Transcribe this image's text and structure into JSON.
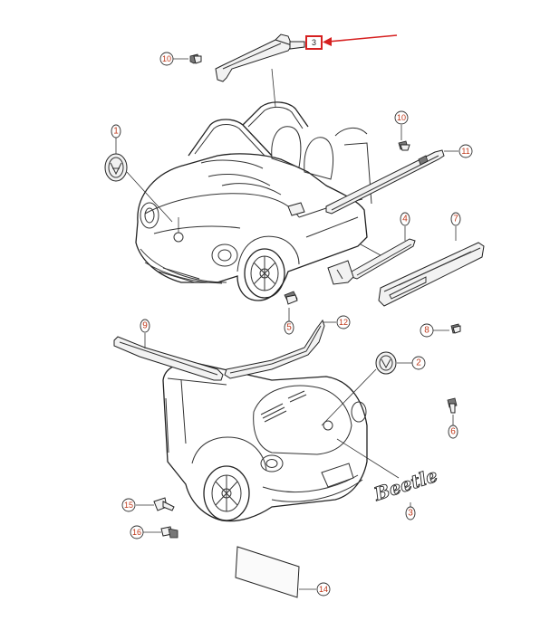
{
  "callouts": [
    {
      "id": "c1",
      "label": "1"
    },
    {
      "id": "c2",
      "label": "2"
    },
    {
      "id": "c3a",
      "label": "3"
    },
    {
      "id": "c3b",
      "label": "3"
    },
    {
      "id": "c4",
      "label": "4"
    },
    {
      "id": "c5",
      "label": "5"
    },
    {
      "id": "c6",
      "label": "6"
    },
    {
      "id": "c7",
      "label": "7"
    },
    {
      "id": "c8",
      "label": "8"
    },
    {
      "id": "c9",
      "label": "9"
    },
    {
      "id": "c10a",
      "label": "10"
    },
    {
      "id": "c10b",
      "label": "10"
    },
    {
      "id": "c11",
      "label": "11"
    },
    {
      "id": "c12",
      "label": "12"
    },
    {
      "id": "c14",
      "label": "14"
    },
    {
      "id": "c15",
      "label": "15"
    },
    {
      "id": "c16",
      "label": "16"
    }
  ],
  "emblem_text": "Beetle",
  "colors": {
    "callout_text": "#c0391b",
    "highlight_box": "#d62020",
    "arrow": "#d62020",
    "line": "#222222"
  }
}
